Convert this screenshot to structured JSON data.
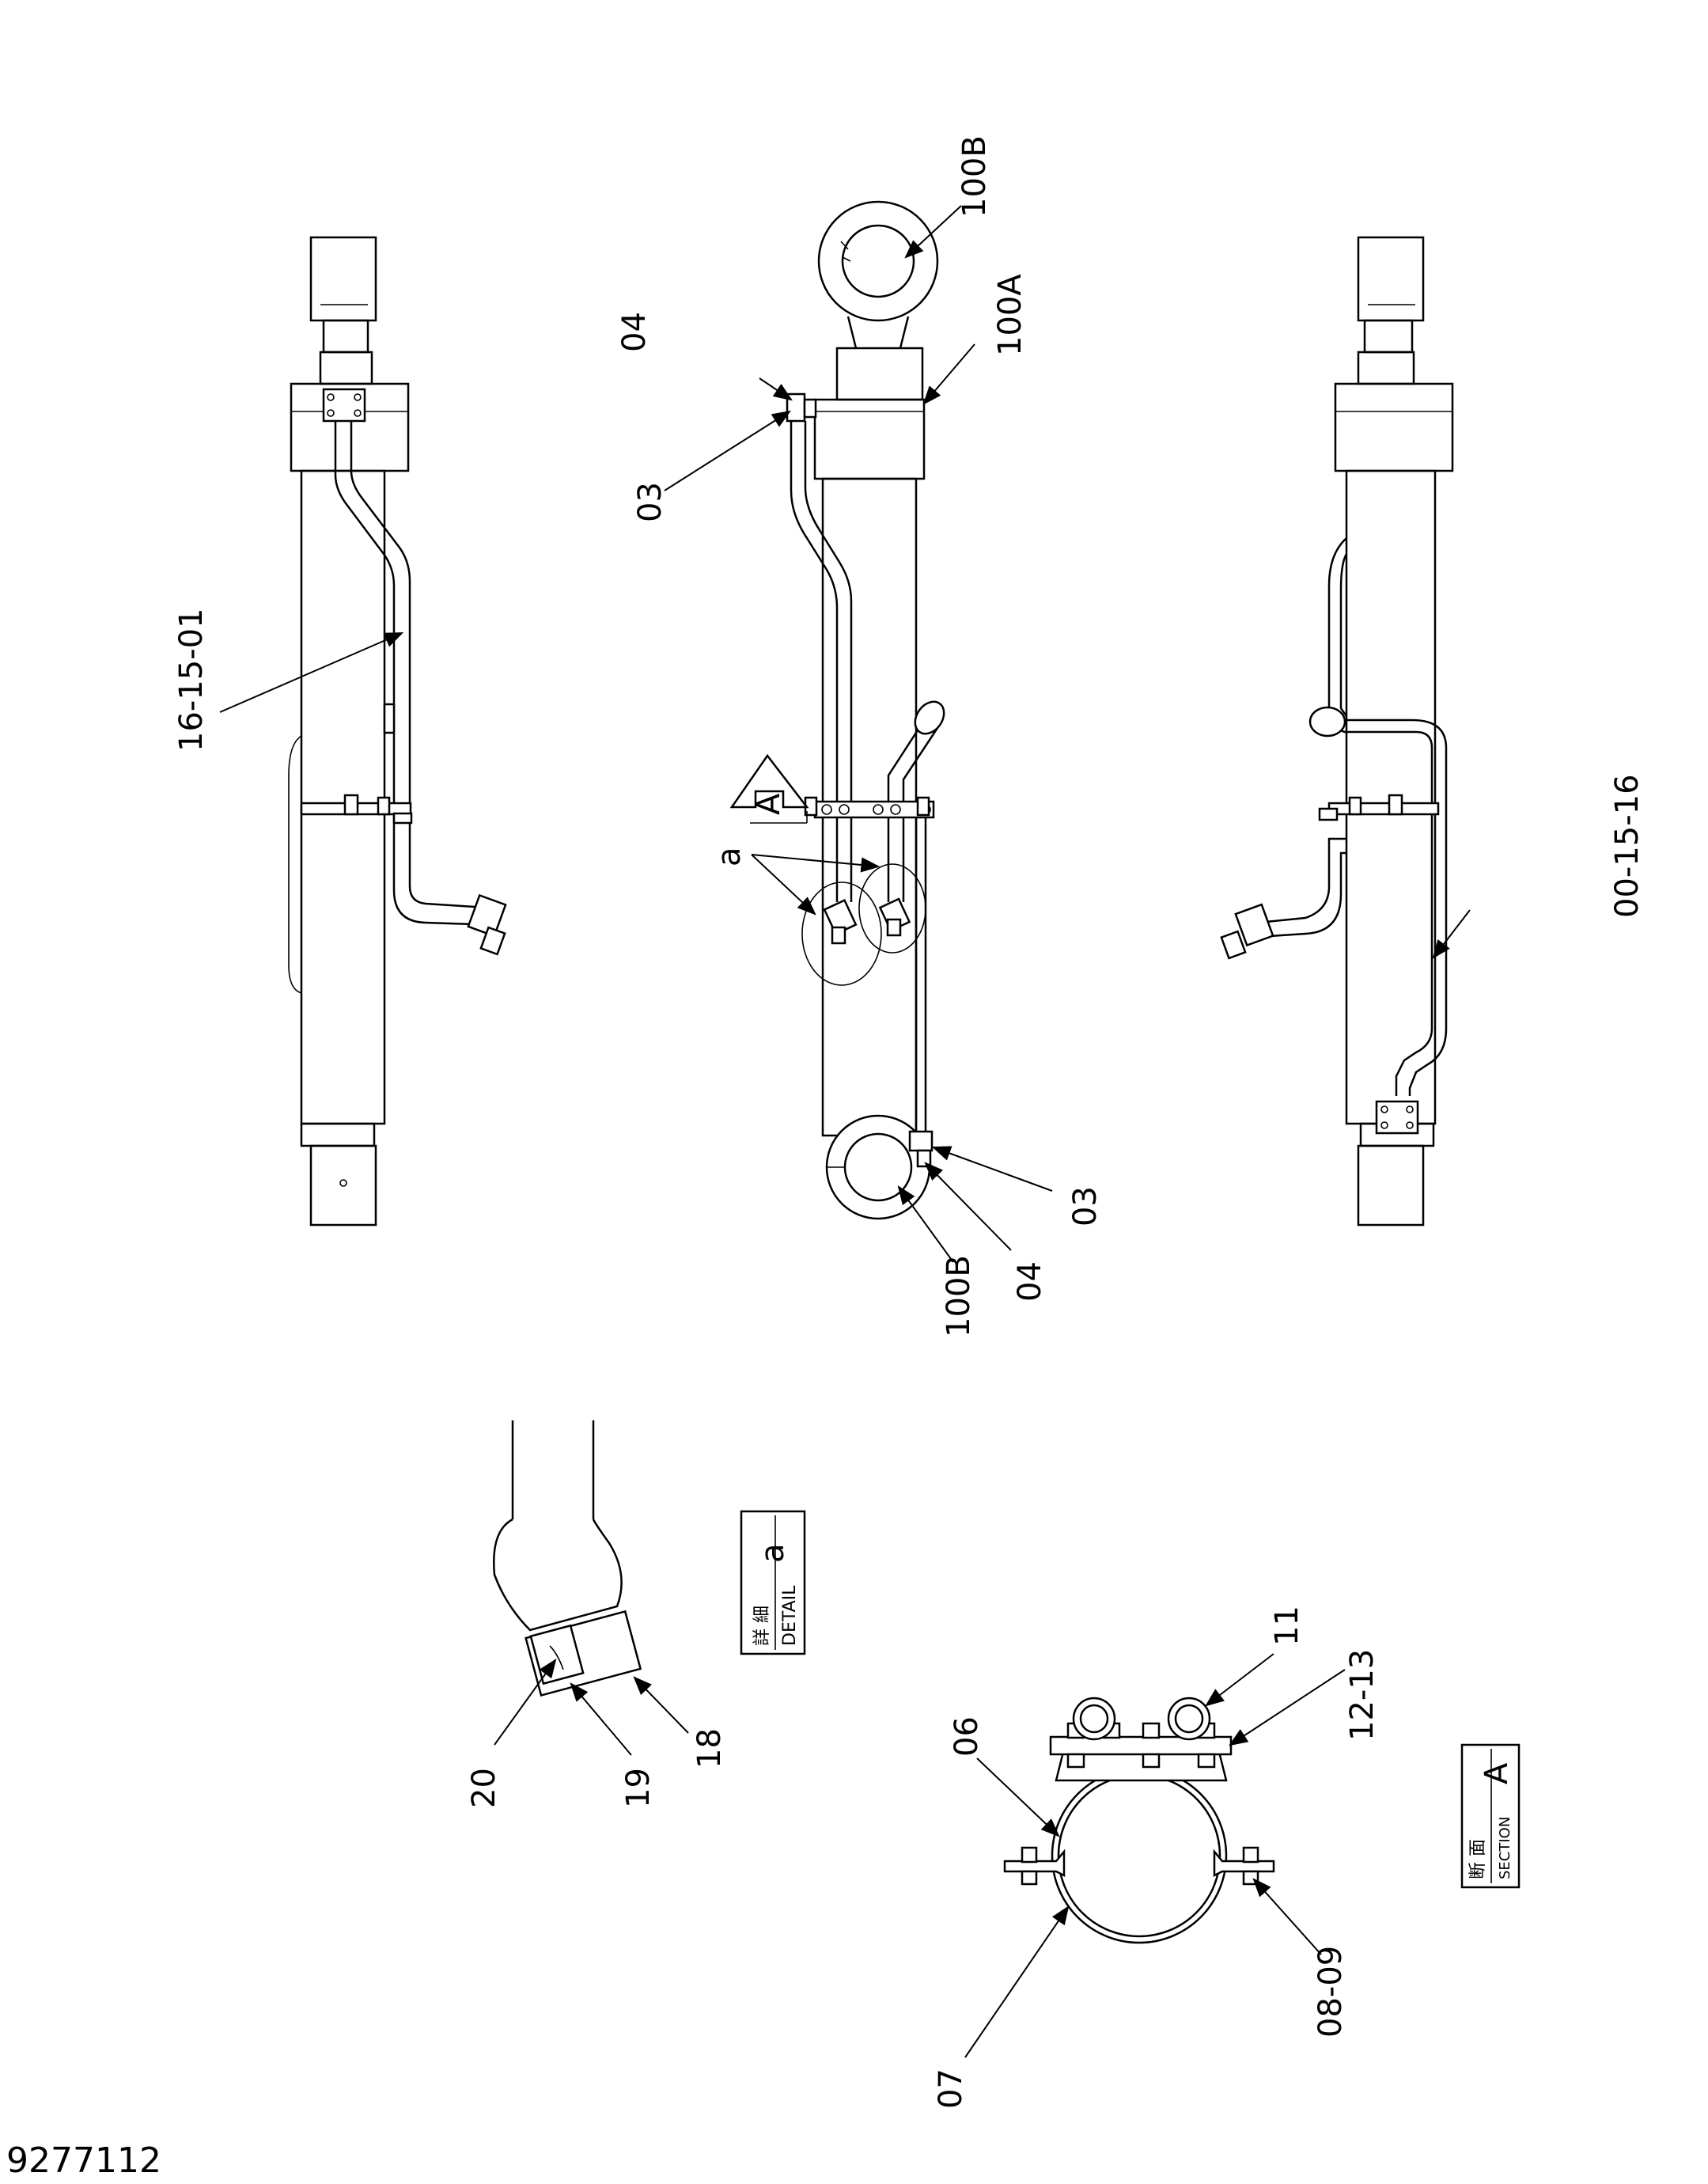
{
  "drawing_number": "9277112",
  "callouts": {
    "left_view": "16-15-01",
    "right_view": "00-15-16",
    "top_04": "04",
    "top_03": "03",
    "top_100B": "100B",
    "top_100A": "100A",
    "bottom_100B": "100B",
    "bottom_04": "04",
    "bottom_03": "03",
    "detail_a": "a",
    "section_view_marker": "A",
    "detail_18": "18",
    "detail_19": "19",
    "detail_20": "20",
    "section_06": "06",
    "section_07": "07",
    "section_08_09": "08-09",
    "section_11": "11",
    "section_12_13": "12-13"
  },
  "detail_box": {
    "jp": "詳 細",
    "en": "DETAIL",
    "letter": "a"
  },
  "section_box": {
    "jp": "断 面",
    "en": "SECTION",
    "letter": "A"
  }
}
